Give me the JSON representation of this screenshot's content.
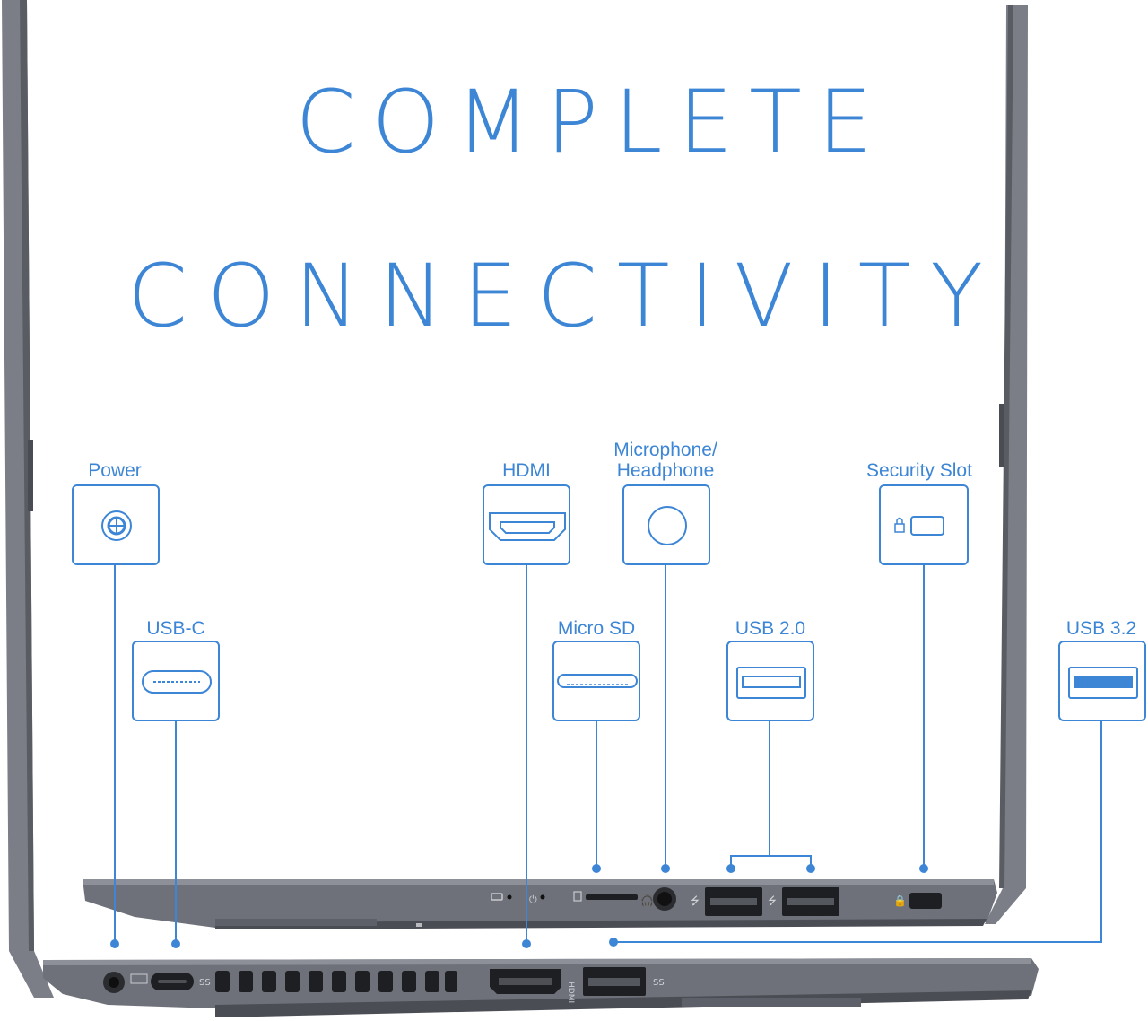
{
  "headline": {
    "line1": "COMPLETE",
    "line2": "CONNECTIVITY"
  },
  "ports": [
    {
      "id": "power",
      "label": "Power",
      "icon": "power-jack-icon"
    },
    {
      "id": "usb-c",
      "label": "USB-C",
      "icon": "usb-c-port-icon"
    },
    {
      "id": "hdmi",
      "label": "HDMI",
      "icon": "hdmi-port-icon"
    },
    {
      "id": "audio",
      "label_line1": "Microphone/",
      "label_line2": "Headphone",
      "icon": "audio-jack-icon"
    },
    {
      "id": "micro-sd",
      "label": "Micro SD",
      "icon": "micro-sd-slot-icon"
    },
    {
      "id": "usb-2",
      "label": "USB 2.0",
      "icon": "usb-2-port-icon"
    },
    {
      "id": "security",
      "label": "Security Slot",
      "icon": "security-slot-icon"
    },
    {
      "id": "usb-3",
      "label": "USB 3.2",
      "icon": "usb-3-port-icon"
    }
  ],
  "colors": {
    "accent": "#3d86d6",
    "laptop_body": "#6d7079",
    "laptop_dark": "#4a4c53",
    "port_black": "#1e1f22"
  }
}
